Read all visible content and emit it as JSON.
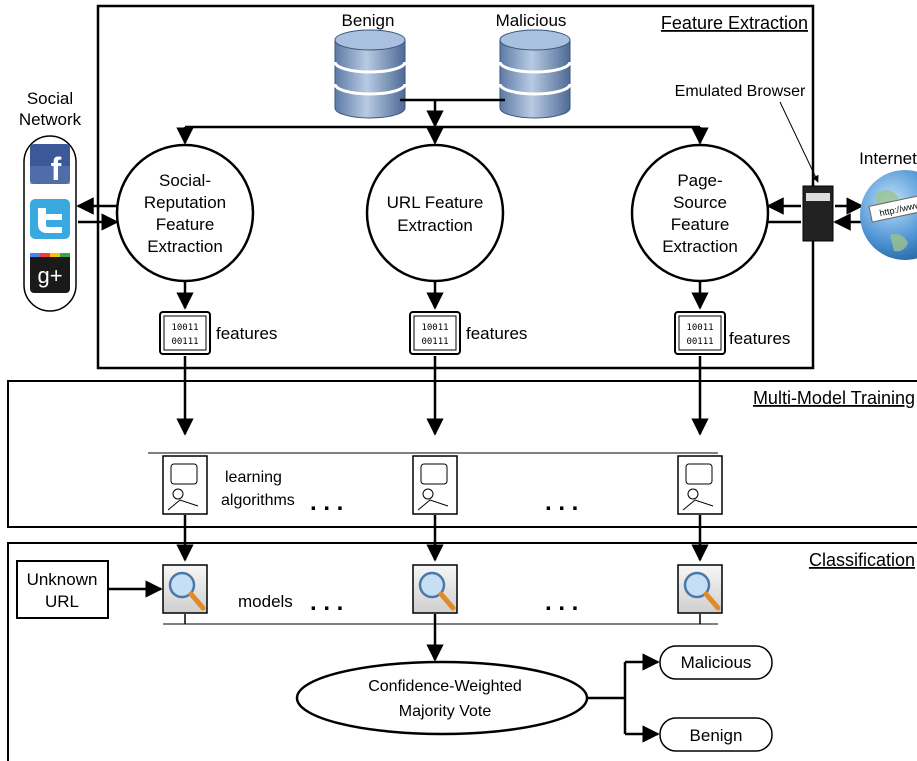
{
  "sections": {
    "feature_extraction": "Feature Extraction",
    "multi_model_training": "Multi-Model Training",
    "classification": "Classification"
  },
  "databases": {
    "benign": "Benign",
    "malicious": "Malicious"
  },
  "social_network": {
    "label_line1": "Social",
    "label_line2": "Network",
    "icons": [
      "facebook-icon",
      "twitter-icon",
      "google-plus-icon"
    ],
    "facebook_glyph": "f",
    "google_glyph": "g+"
  },
  "internet": {
    "label": "Internet",
    "url_text": "http://www"
  },
  "emulated_browser": "Emulated Browser",
  "extractors": {
    "social": [
      "Social-",
      "Reputation",
      "Feature",
      "Extraction"
    ],
    "url": [
      "URL Feature",
      "Extraction"
    ],
    "page": [
      "Page-",
      "Source",
      "Feature",
      "Extraction"
    ]
  },
  "feature_chip": {
    "row1": "10011",
    "row2": "00111"
  },
  "features_label": "features",
  "learning_label_line1": "learning",
  "learning_label_line2": "algorithms",
  "ellipsis": ". . .",
  "models_label": "models",
  "unknown_url": {
    "line1": "Unknown",
    "line2": "URL"
  },
  "vote": {
    "line1": "Confidence-Weighted",
    "line2": "Majority Vote"
  },
  "outcomes": {
    "malicious": "Malicious",
    "benign": "Benign"
  },
  "colors": {
    "stroke": "#000000",
    "db_blue": "#6f8fb8",
    "facebook": "#3b5998",
    "twitter": "#39a9e0",
    "google_bg": "#1a1a1a",
    "globe": "#3f86c8"
  }
}
